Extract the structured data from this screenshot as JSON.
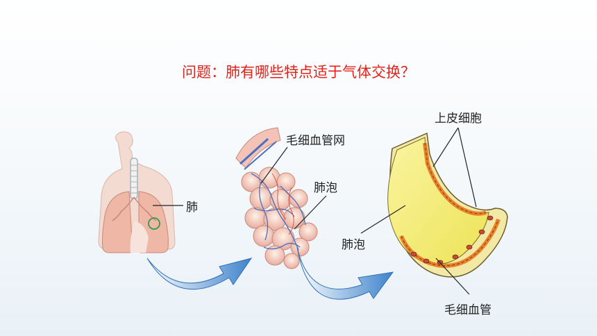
{
  "question": "问题：肺有哪些特点适于气体交换？",
  "labels": {
    "lung": "肺",
    "capillary_network": "毛细血管网",
    "alveolus_mid": "肺泡",
    "epithelial_cell": "上皮细胞",
    "alveolus_right": "肺泡",
    "capillary": "毛细血管"
  },
  "colors": {
    "question": "#e0241b",
    "alveolus_fill": "#f0ea6a",
    "epithelium": "#e9802a",
    "lung_tissue": "#eeb7a6",
    "vessel_blue": "#4a6fc0",
    "arrow_blue": "#4a88cf"
  }
}
